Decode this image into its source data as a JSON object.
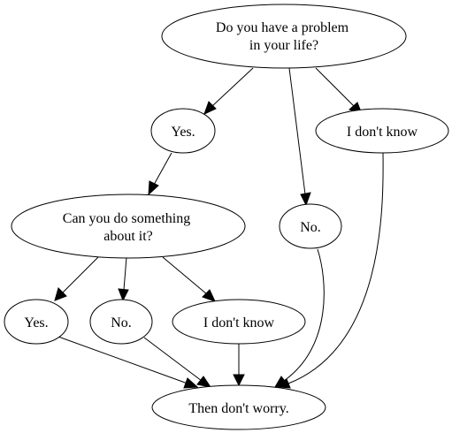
{
  "diagram": {
    "type": "flowchart",
    "nodes": {
      "root": {
        "lines": [
          "Do you have a problem",
          "in your life?"
        ]
      },
      "yes_top": {
        "lines": [
          "Yes."
        ]
      },
      "no_top": {
        "lines": [
          "No."
        ]
      },
      "idk_top": {
        "lines": [
          "I don't know"
        ]
      },
      "can_do": {
        "lines": [
          "Can you do something",
          "about it?"
        ]
      },
      "yes_bottom": {
        "lines": [
          "Yes."
        ]
      },
      "no_bottom": {
        "lines": [
          "No."
        ]
      },
      "idk_bottom": {
        "lines": [
          "I don't know"
        ]
      },
      "end": {
        "lines": [
          "Then don't worry."
        ]
      }
    },
    "edges": [
      {
        "from": "root",
        "to": "yes_top"
      },
      {
        "from": "root",
        "to": "no_top"
      },
      {
        "from": "root",
        "to": "idk_top"
      },
      {
        "from": "yes_top",
        "to": "can_do"
      },
      {
        "from": "can_do",
        "to": "yes_bottom"
      },
      {
        "from": "can_do",
        "to": "no_bottom"
      },
      {
        "from": "can_do",
        "to": "idk_bottom"
      },
      {
        "from": "yes_bottom",
        "to": "end"
      },
      {
        "from": "no_bottom",
        "to": "end"
      },
      {
        "from": "idk_bottom",
        "to": "end"
      },
      {
        "from": "no_top",
        "to": "end"
      },
      {
        "from": "idk_top",
        "to": "end"
      }
    ]
  }
}
